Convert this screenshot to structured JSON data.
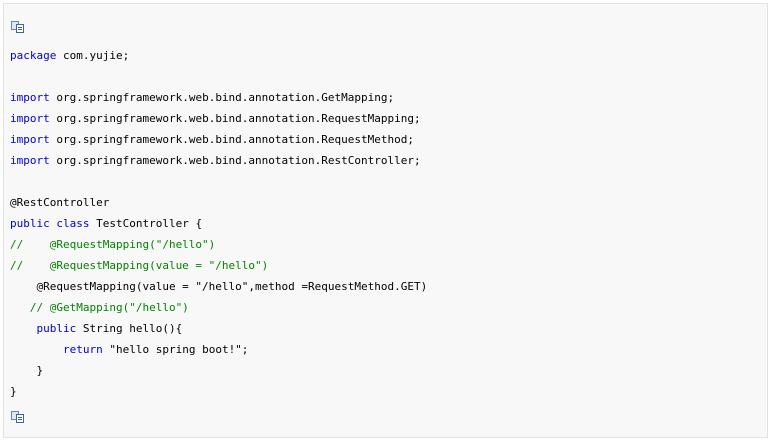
{
  "code": {
    "lines": [
      [
        {
          "t": "package",
          "c": "kw"
        },
        {
          "t": " com.yujie;",
          "c": "pl"
        }
      ],
      [],
      [
        {
          "t": "import",
          "c": "kw"
        },
        {
          "t": " org.springframework.web.bind.annotation.GetMapping;",
          "c": "pl"
        }
      ],
      [
        {
          "t": "import",
          "c": "kw"
        },
        {
          "t": " org.springframework.web.bind.annotation.RequestMapping;",
          "c": "pl"
        }
      ],
      [
        {
          "t": "import",
          "c": "kw"
        },
        {
          "t": " org.springframework.web.bind.annotation.RequestMethod;",
          "c": "pl"
        }
      ],
      [
        {
          "t": "import",
          "c": "kw"
        },
        {
          "t": " org.springframework.web.bind.annotation.RestController;",
          "c": "pl"
        }
      ],
      [],
      [
        {
          "t": "@RestController",
          "c": "pl"
        }
      ],
      [
        {
          "t": "public",
          "c": "kw"
        },
        {
          "t": " ",
          "c": "pl"
        },
        {
          "t": "class",
          "c": "kw"
        },
        {
          "t": " TestController {",
          "c": "pl"
        }
      ],
      [
        {
          "t": "//    @RequestMapping(\"/hello\")",
          "c": "cm"
        }
      ],
      [
        {
          "t": "//    @RequestMapping(value = \"/hello\")",
          "c": "cm"
        }
      ],
      [
        {
          "t": "    @RequestMapping(value = \"/hello\",method =RequestMethod.GET)",
          "c": "pl"
        }
      ],
      [
        {
          "t": "   // @GetMapping(\"/hello\")",
          "c": "cm"
        }
      ],
      [
        {
          "t": "    ",
          "c": "pl"
        },
        {
          "t": "public",
          "c": "kw"
        },
        {
          "t": " String hello(){",
          "c": "pl"
        }
      ],
      [
        {
          "t": "        ",
          "c": "pl"
        },
        {
          "t": "return",
          "c": "kw"
        },
        {
          "t": " \"hello spring boot!\";",
          "c": "pl"
        }
      ],
      [
        {
          "t": "    }",
          "c": "pl"
        }
      ],
      [
        {
          "t": "}",
          "c": "pl"
        }
      ]
    ]
  },
  "icons": {
    "top": "copy-icon",
    "bottom": "copy-icon"
  },
  "colors": {
    "keyword": "#0000d0",
    "comment": "#008200",
    "plain": "#000000",
    "background": "#f8f8f8",
    "border": "#e2e2e2"
  }
}
